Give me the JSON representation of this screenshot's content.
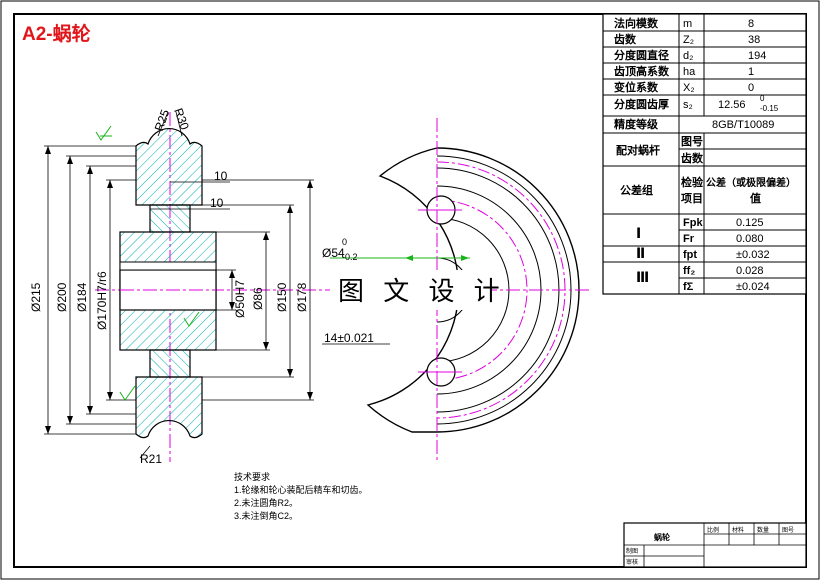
{
  "drawing": {
    "title": "A2-蜗轮",
    "watermark": "图 文 设 计",
    "colors": {
      "border": "#000000",
      "title": "#e0161b",
      "centerline": "#e000e0",
      "hatch": "#00b0b0",
      "surface_mark": "#19b419"
    }
  },
  "dimensions": {
    "dia_215": "Ø215",
    "dia_200": "Ø200",
    "dia_184": "Ø184",
    "dia_170": "Ø170H7/r6",
    "dia_50": "Ø50H7",
    "dia_86": "Ø86",
    "dia_150": "Ø150",
    "dia_178": "Ø178",
    "r25": "R25",
    "r30": "R30",
    "r21": "R21",
    "len_10a": "10",
    "len_10b": "10",
    "dia_54_main": "Ø54",
    "dia_54_upper": "0",
    "dia_54_lower": "-0.2",
    "keyway": "14±0.021"
  },
  "params": [
    {
      "name": "法向模数",
      "symbol": "m",
      "value": "8"
    },
    {
      "name": "齿数",
      "symbol": "Z₂",
      "value": "38"
    },
    {
      "name": "分度圆直径",
      "symbol": "d₂",
      "value": "194"
    },
    {
      "name": "齿顶高系数",
      "symbol": "ha",
      "value": "1"
    },
    {
      "name": "变位系数",
      "symbol": "X₂",
      "value": "0"
    },
    {
      "name": "分度圆齿厚",
      "symbol": "s₂",
      "value": "12.56",
      "tol_upper": "0",
      "tol_lower": "-0.15"
    },
    {
      "name": "精度等级",
      "symbol": "",
      "value": "8GB/T10089"
    }
  ],
  "mating": {
    "label": "配对蜗杆",
    "sub1": "图号",
    "sub2": "齿数"
  },
  "tolerance": {
    "group_label": "公差组",
    "check_label_1": "检验",
    "check_label_2": "项目",
    "value_label_1": "公差（或极限偏差）",
    "value_label_2": "值",
    "rows": [
      {
        "group": "Ⅰ",
        "item": "Fpk",
        "value": "0.125"
      },
      {
        "group": "",
        "item": "Fr",
        "value": "0.080"
      },
      {
        "group": "Ⅱ",
        "item": "fpt",
        "value": "±0.032"
      },
      {
        "group": "Ⅲ",
        "item": "ff₂",
        "value": "0.028"
      },
      {
        "group": "",
        "item": "fΣ",
        "value": "±0.024"
      }
    ]
  },
  "notes": {
    "title": "技术要求",
    "lines": [
      "1.轮缘和轮心装配后精车和切齿。",
      "2.未注圆角R2。",
      "3.未注倒角C2。"
    ]
  },
  "title_block": {
    "part_name": "蜗轮",
    "cells": [
      "比例",
      "材料",
      "数量",
      "图号"
    ],
    "row_labels": [
      "制图",
      "审核"
    ]
  }
}
